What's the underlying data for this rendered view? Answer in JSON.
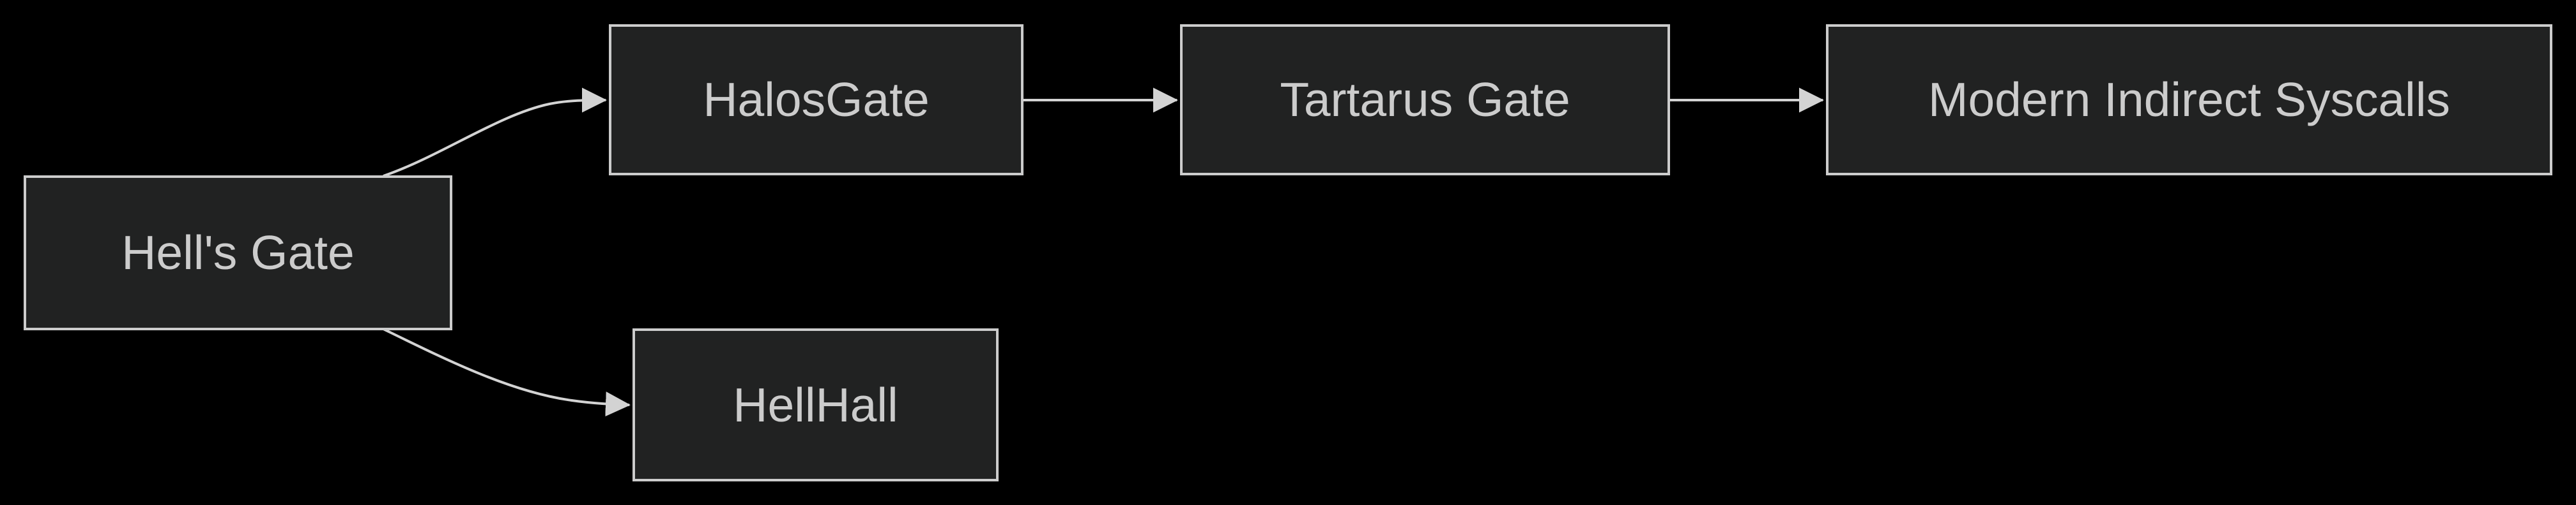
{
  "diagram": {
    "type": "flowchart",
    "colors": {
      "background": "#000000",
      "node_fill": "#212222",
      "node_border": "#cccccc",
      "node_text": "#cccccc",
      "edge_stroke": "#d3d3d3"
    },
    "nodes": [
      {
        "id": "hells-gate",
        "label": "Hell's Gate"
      },
      {
        "id": "halosgate",
        "label": "HalosGate"
      },
      {
        "id": "tartarus-gate",
        "label": "Tartarus Gate"
      },
      {
        "id": "modern-indirect-syscalls",
        "label": "Modern Indirect Syscalls"
      },
      {
        "id": "hellhall",
        "label": "HellHall"
      }
    ],
    "edges": [
      {
        "from": "Hell's Gate",
        "to": "HalosGate",
        "style": "curved-arrow"
      },
      {
        "from": "HalosGate",
        "to": "Tartarus Gate",
        "style": "straight-arrow"
      },
      {
        "from": "Tartarus Gate",
        "to": "Modern Indirect Syscalls",
        "style": "straight-arrow"
      },
      {
        "from": "Hell's Gate",
        "to": "HellHall",
        "style": "curved-arrow"
      }
    ]
  }
}
